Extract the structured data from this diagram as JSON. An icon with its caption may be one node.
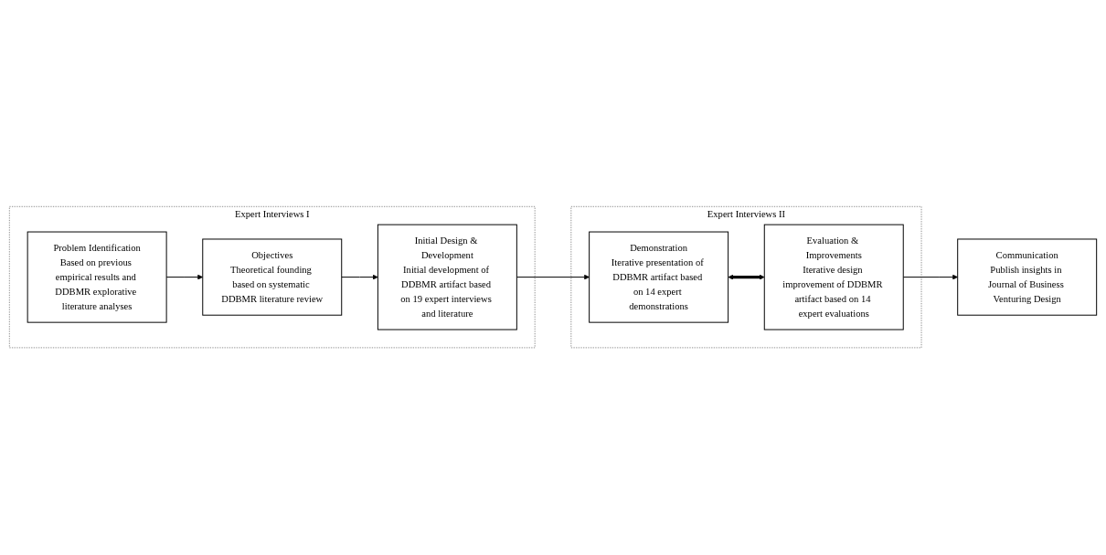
{
  "diagram": {
    "nodes": [
      {
        "text": [
          "Expert Interviews I"
        ]
      },
      {
        "text": [
          "Problem Identification",
          "Based on previous empirical results and DDBMR explorative literature analyses"
        ],
        "in": 0
      },
      {
        "text": [
          "Objectives",
          "Theoretical founding based on systematic DDBMR literature review"
        ],
        "in": 0
      },
      {
        "text": [
          "Initial Design & Development",
          "Initial development of DDBMR artifact based on 19 expert interviews and literature"
        ],
        "in": 0
      },
      {
        "text": [
          "Expert Interviews II"
        ]
      },
      {
        "text": [
          "Demonstration",
          "Iterative presentation of DDBMR artifact based on 14 expert demonstrations"
        ],
        "in": 4
      },
      {
        "text": [
          "Evaluation & Improvements",
          "Iterative design improvement of DDBMR artifact based on 14 expert evaluations"
        ],
        "in": 4
      },
      {
        "text": [
          "Communication",
          "Publish insights in Journal of Business Venturing Design"
        ]
      }
    ],
    "edges": [
      {
        "from": 1,
        "to": 2,
        "arrow": "to"
      },
      {
        "from": 2,
        "to": 3,
        "arrow": "to"
      },
      {
        "from": 3,
        "to": 5,
        "arrow": "to"
      },
      {
        "from": 5,
        "to": 6,
        "arrow": "both",
        "style": "thick"
      },
      {
        "from": 6,
        "to": 7,
        "arrow": "to"
      }
    ]
  }
}
